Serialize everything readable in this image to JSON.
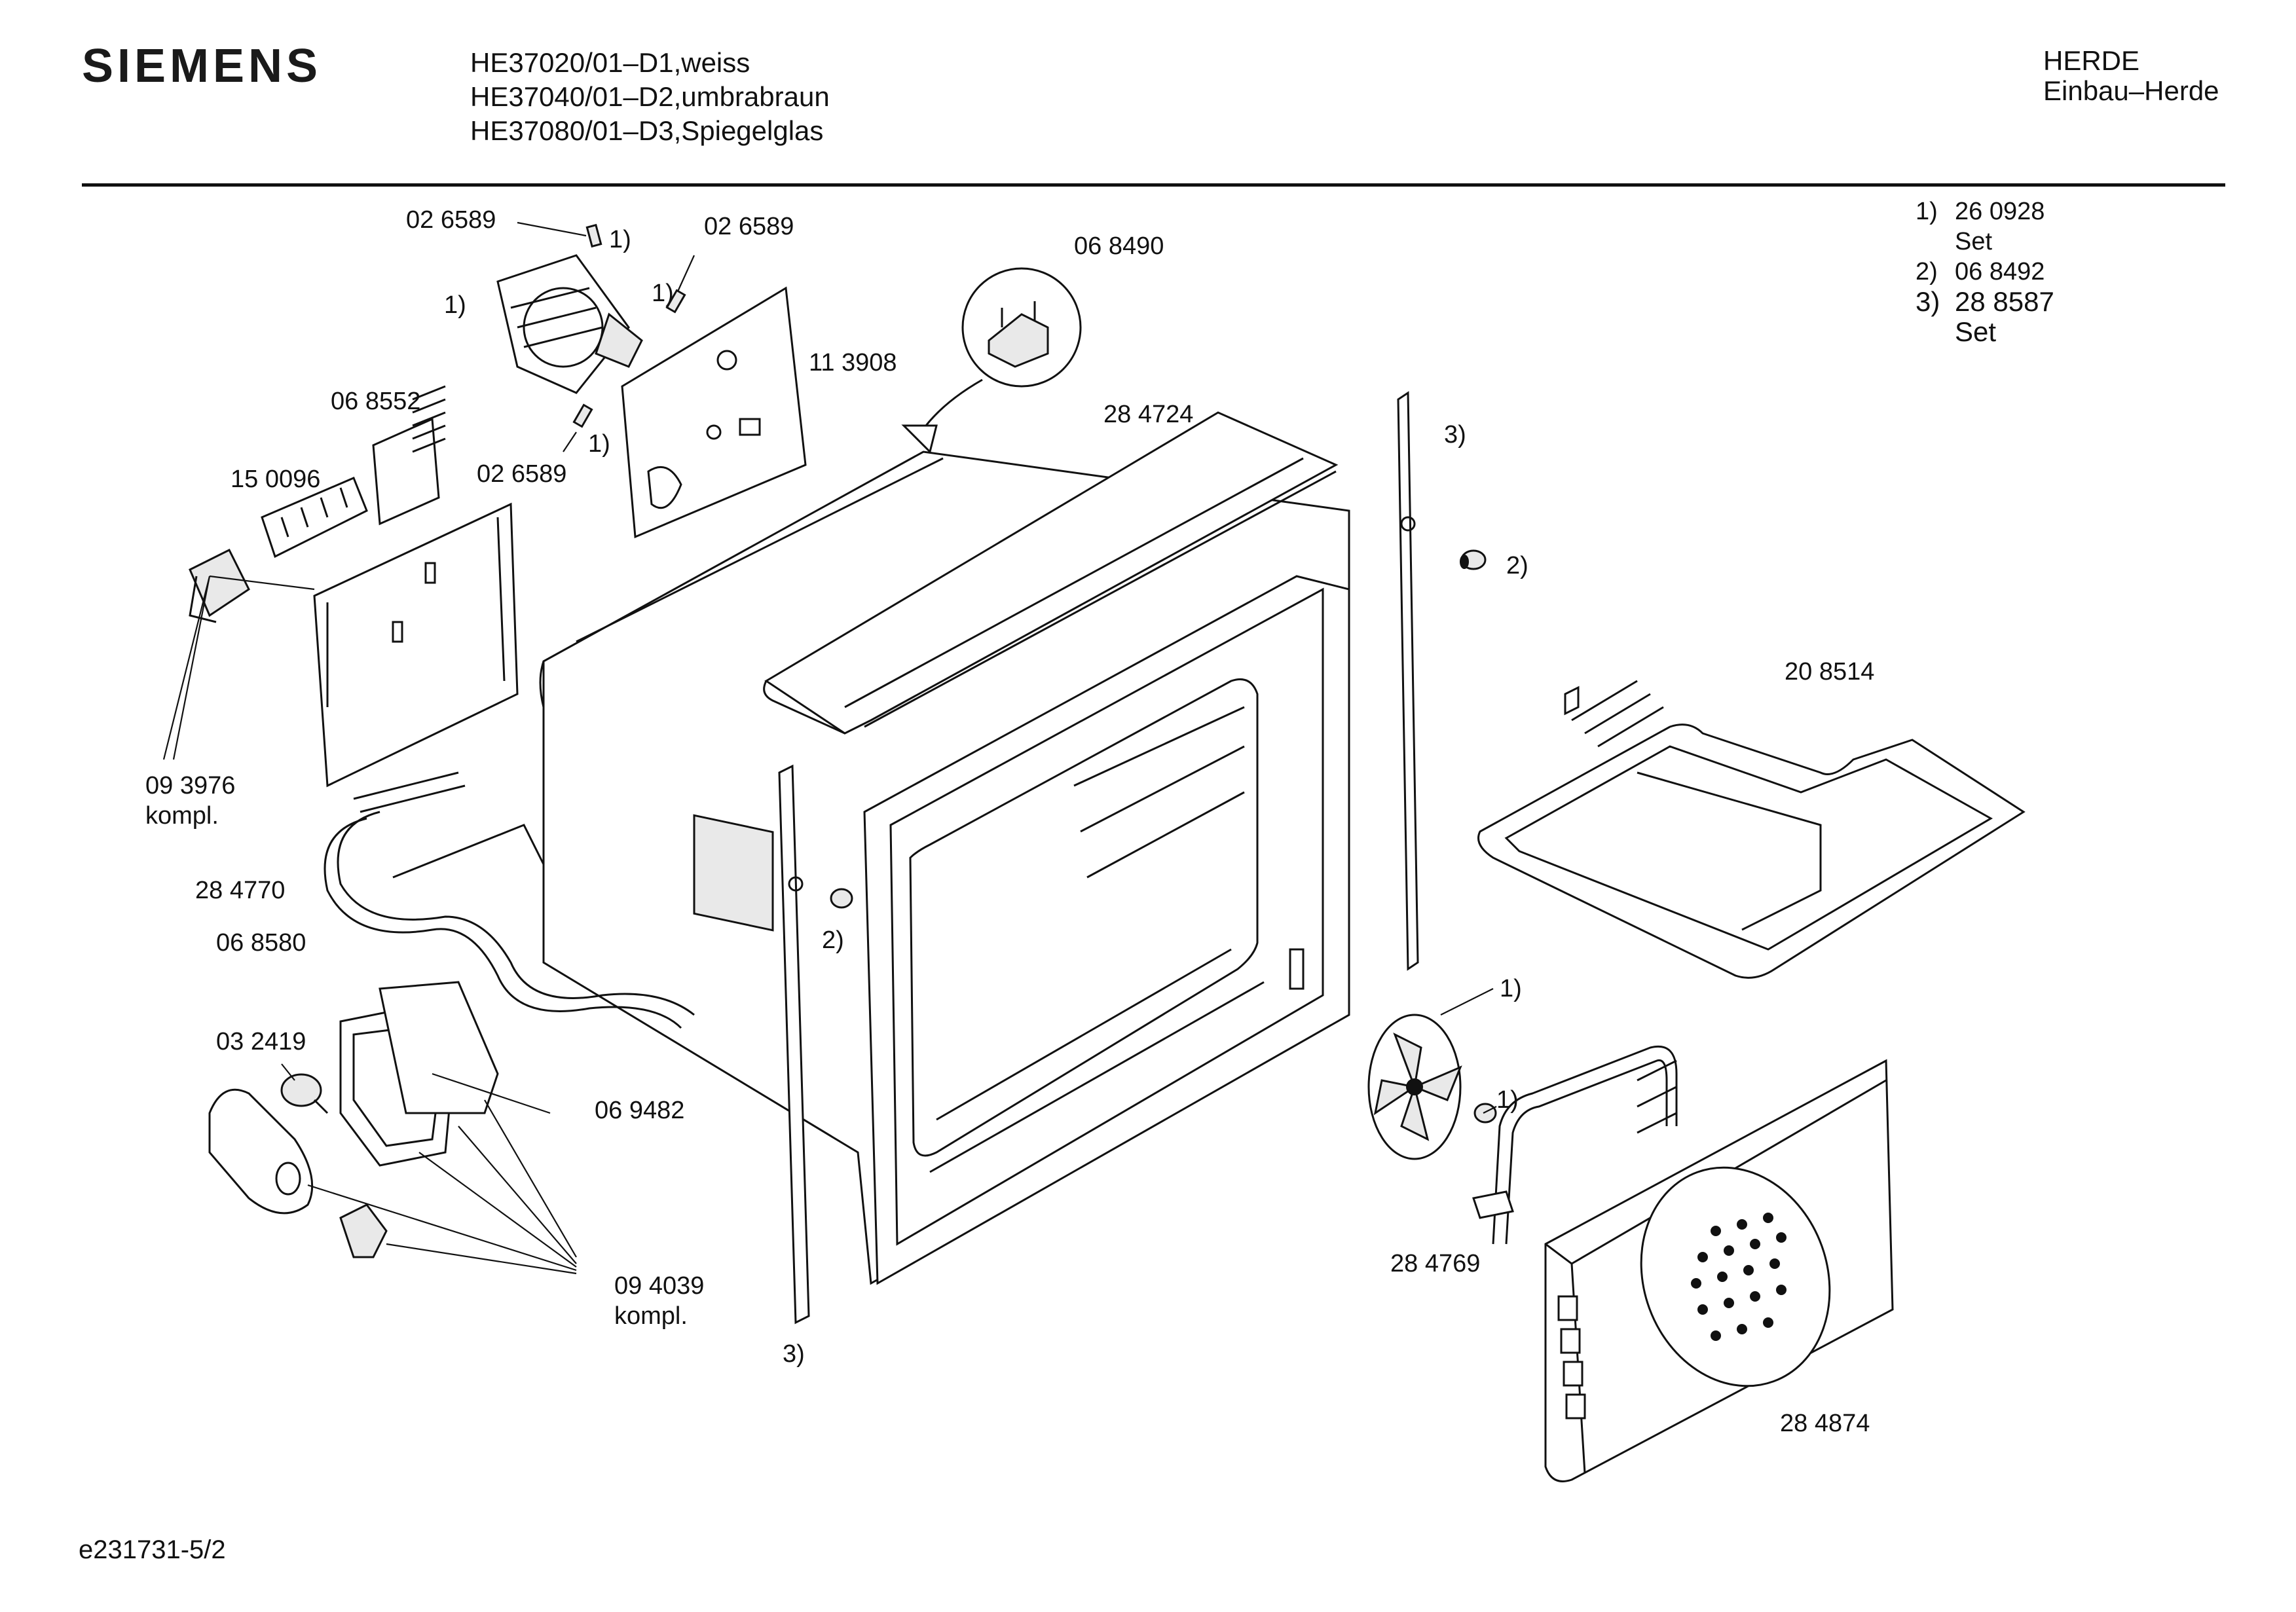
{
  "header": {
    "brand": "SIEMENS",
    "models": [
      "HE37020/01–D1,weiss",
      "HE37040/01–D2,umbrabraun",
      "HE37080/01–D3,Spiegelglas"
    ],
    "category": [
      "HERDE",
      "Einbau–Herde"
    ]
  },
  "notes": [
    {
      "num": "1)",
      "lines": [
        "26 0928",
        "Set"
      ]
    },
    {
      "num": "2)",
      "lines": [
        "06 8492"
      ]
    },
    {
      "num": "3)",
      "lines": [
        "28 8587",
        "Set"
      ]
    }
  ],
  "callouts": {
    "c026589a": "02 6589",
    "n1a": "1)",
    "c026589b": "02 6589",
    "n1b": "1)",
    "n1c": "1)",
    "c068490": "06 8490",
    "c113908": "11 3908",
    "c068552": "06 8552",
    "c150096": "15 0096",
    "c026589c": "02 6589",
    "n1d": "1)",
    "c284724": "28 4724",
    "n3a": "3)",
    "n2a": "2)",
    "c208514": "20 8514",
    "c093976": "09 3976",
    "kompl1": "kompl.",
    "c284770": "28 4770",
    "c068580": "06 8580",
    "n2b": "2)",
    "c032419": "03 2419",
    "c069482": "06 9482",
    "c094039": "09 4039",
    "kompl2": "kompl.",
    "n3b": "3)",
    "n1e": "1)",
    "n1f": "1)",
    "c284769": "28 4769",
    "c284874": "28 4874"
  },
  "footer": {
    "code": "e231731-5/2"
  }
}
